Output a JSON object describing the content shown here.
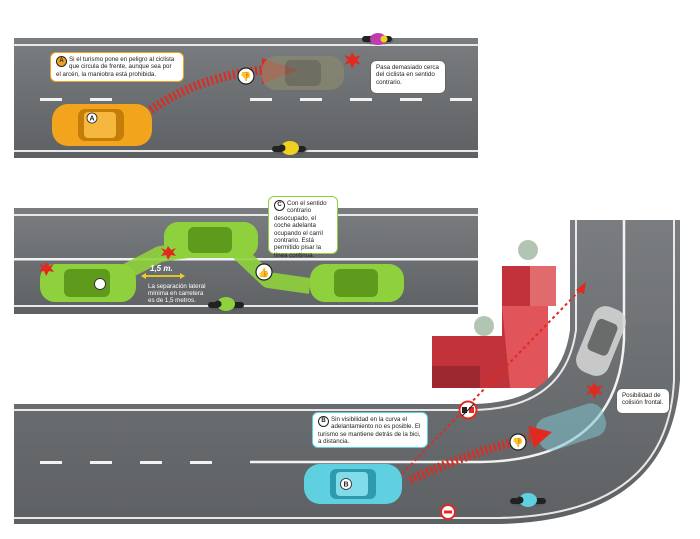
{
  "scene_a": {
    "badge": "A",
    "note": "Si el turismo pone en peligro al ciclista que circula de frente, aunque sea por el arcén, la maniobra está prohibida.",
    "warning": "Pasa demasiado cerca del ciclista en sentido contrario.",
    "car_label": "A"
  },
  "scene_c": {
    "badge": "C",
    "note": "Con el sentido contrario desocupado, el coche adelanta ocupando el carril contrario. Está permitido pisar la línea continua.",
    "distance": "1,5 m.",
    "separation": "La separación lateral mínima en carretera es de 1,5 metros."
  },
  "scene_b": {
    "badge": "B",
    "note": "Sin visibilidad en la curva el adelantamiento no es posible. El turismo se mantiene detrás de la bici, a distancia.",
    "collision": "Posibilidad de colisión frontal.",
    "car_label": "B"
  },
  "colors": {
    "road": "#6f7275",
    "road_dark": "#5a5d60",
    "car_a": "#f2a51c",
    "car_c": "#8fd13c",
    "car_b": "#5ed0e0",
    "danger": "#e02a20",
    "ok_green": "#8fd13c",
    "building": "#c2323a"
  }
}
